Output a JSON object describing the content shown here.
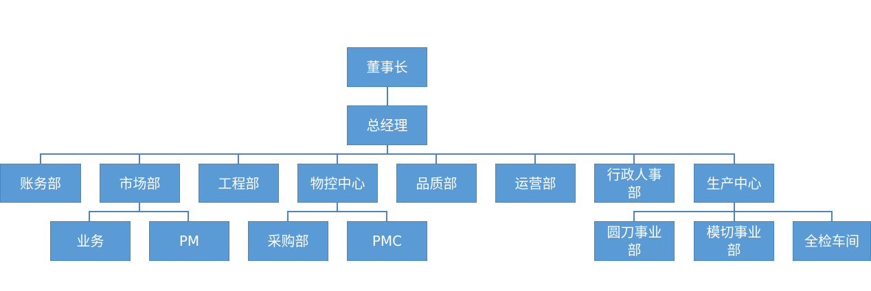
{
  "org_chart": {
    "chairman": "董事长",
    "general_manager": "总经理",
    "departments": {
      "accounts": "账务部",
      "marketing": "市场部",
      "engineering": "工程部",
      "material_control_center": "物控中心",
      "quality": "品质部",
      "operations": "运营部",
      "admin_hr": "行政人事部",
      "production_center": "生产中心"
    },
    "marketing_children": {
      "business": "业务",
      "pm": "PM"
    },
    "material_control_children": {
      "purchasing": "采购部",
      "pmc": "PMC"
    },
    "production_children": {
      "round_knife": "圆刀事业部",
      "die_cut": "模切事业部",
      "full_inspection": "全检车间"
    }
  }
}
